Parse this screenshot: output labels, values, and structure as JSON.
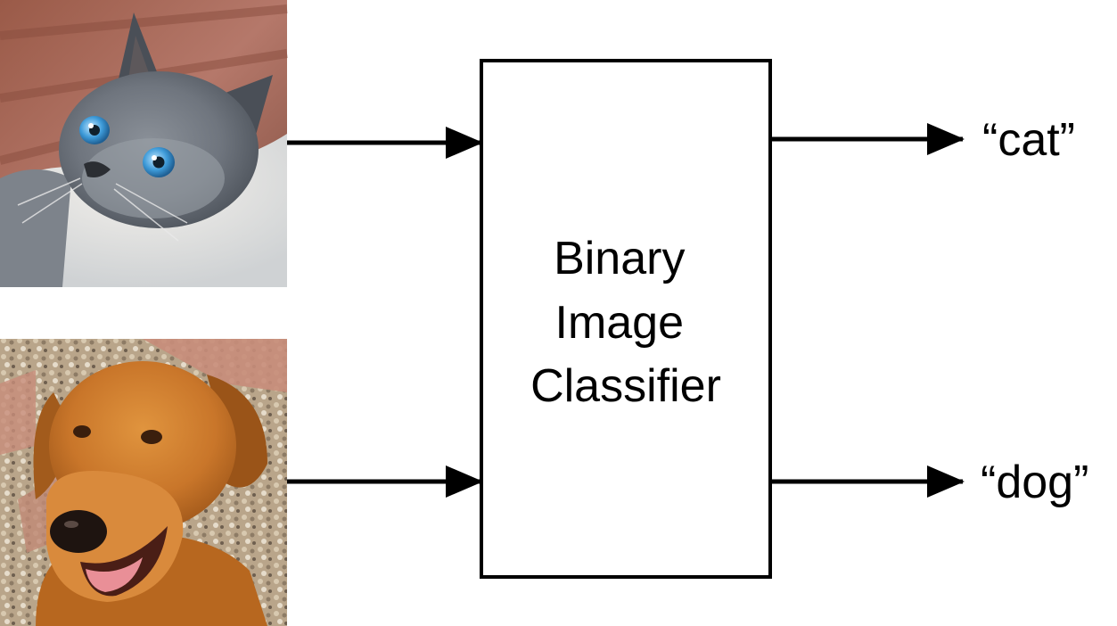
{
  "diagram": {
    "classifier": {
      "lines": [
        "Binary",
        "Image",
        "Classifier"
      ]
    },
    "inputs": [
      {
        "icon": "cat-photo"
      },
      {
        "icon": "dog-photo"
      }
    ],
    "outputs": [
      {
        "label": "“cat”"
      },
      {
        "label": "“dog”"
      }
    ],
    "colors": {
      "stroke": "#000000",
      "background": "#ffffff"
    }
  }
}
